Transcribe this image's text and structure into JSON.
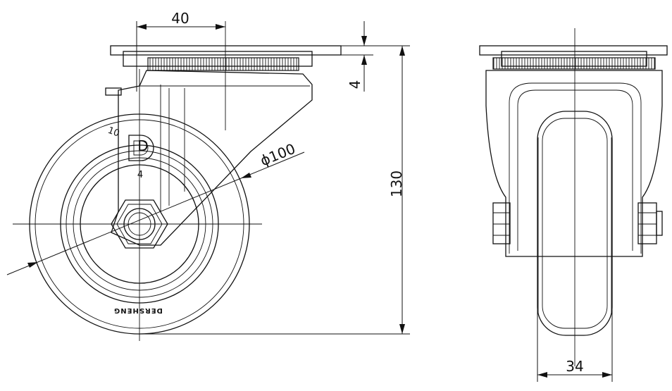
{
  "dimensions": {
    "offset": "40",
    "plate_thickness": "4",
    "wheel_diameter": "ϕ100",
    "overall_height": "130",
    "wheel_width": "34"
  },
  "markings": {
    "logo_letter": "D",
    "rim_number": "4",
    "rim_code": "10",
    "brand": "DERSHENG"
  }
}
